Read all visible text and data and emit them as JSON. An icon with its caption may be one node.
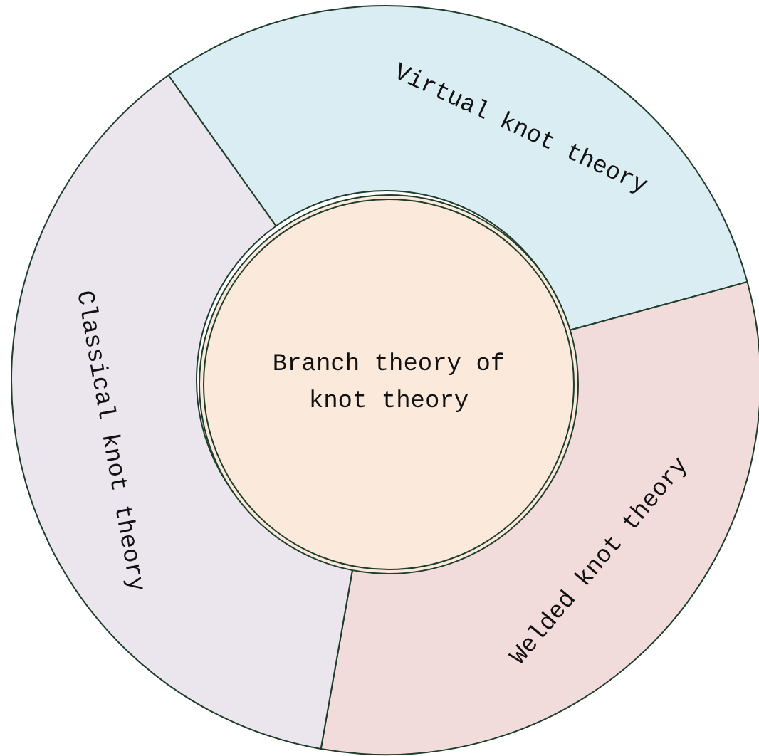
{
  "diagram": {
    "nodes": [
      {
        "text": [
          "Branch theory of knot theory"
        ]
      },
      {
        "text": [
          "Virtual knot theory"
        ]
      },
      {
        "text": [
          "Welded knot theory"
        ]
      },
      {
        "text": [
          "Classical knot theory"
        ]
      }
    ]
  }
}
